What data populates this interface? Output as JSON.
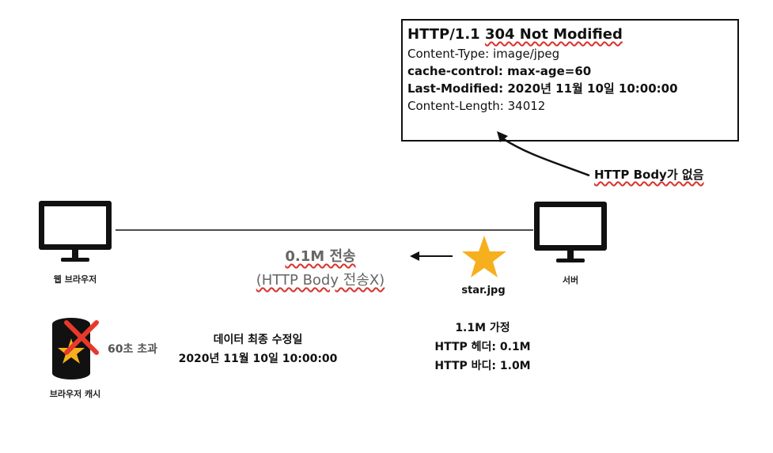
{
  "response": {
    "status_prefix": "HTTP/1.1 ",
    "status_code": "304 Not Modified",
    "headers": [
      "Content-Type: image/jpeg",
      "cache-control: max-age=60",
      "Last-Modified: 2020년 11월 10일 10:00:00",
      "Content-Length: 34012"
    ]
  },
  "annotation": {
    "no_body": "HTTP Body가 없음"
  },
  "client": {
    "label": "웹 브라우저"
  },
  "server": {
    "label": "서버",
    "file": "star.jpg"
  },
  "transfer": {
    "size": "0.1M 전송",
    "note": "(HTTP Body 전송X)"
  },
  "cache": {
    "label": "브라우저 캐시",
    "expired": "60초 초과",
    "modified_title": "데이터 최종 수정일",
    "modified_date": "2020년 11월 10일 10:00:00"
  },
  "assumption": {
    "total": "1.1M 가정",
    "header": "HTTP 헤더: 0.1M",
    "body": "HTTP 바디: 1.0M"
  },
  "colors": {
    "star": "#f6b01d",
    "cross": "#e8382c",
    "underline": "#d8322c",
    "gray_text": "#666666"
  }
}
